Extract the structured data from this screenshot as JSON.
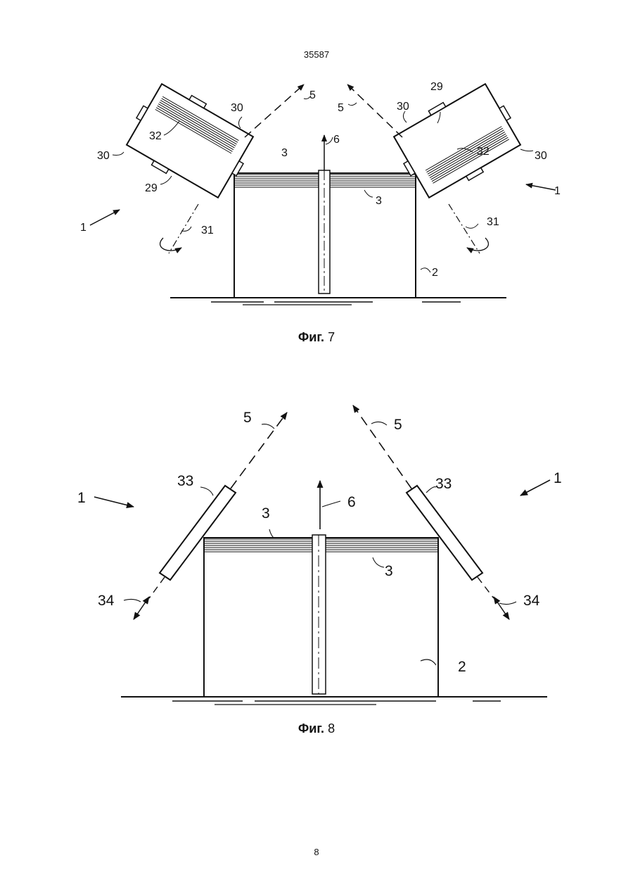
{
  "header": {
    "doc_number": "35587"
  },
  "figure7": {
    "caption_word": "Фиг.",
    "caption_number": "7",
    "labels": {
      "ray_left": "5",
      "ray_right": "5",
      "center_arrow": "6",
      "housing_left_top": "30",
      "housing_left_side": "30",
      "housing_right_top": "30",
      "housing_right_side": "30",
      "body_left": "29",
      "body_right": "29",
      "stack_left": "32",
      "stack_right": "32",
      "layer_top": "3",
      "layer_side": "3",
      "base": "2",
      "assembly_left": "1",
      "assembly_right": "1",
      "axis_left": "31",
      "axis_right": "31"
    }
  },
  "figure8": {
    "caption_word": "Фиг.",
    "caption_number": "8",
    "labels": {
      "ray_left": "5",
      "ray_right": "5",
      "center_arrow": "6",
      "panel_left": "33",
      "panel_right": "33",
      "layer_top": "3",
      "layer_side": "3",
      "base": "2",
      "assembly_left": "1",
      "assembly_right": "1",
      "motion_left": "34",
      "motion_right": "34"
    }
  },
  "footer": {
    "page_number": "8"
  }
}
